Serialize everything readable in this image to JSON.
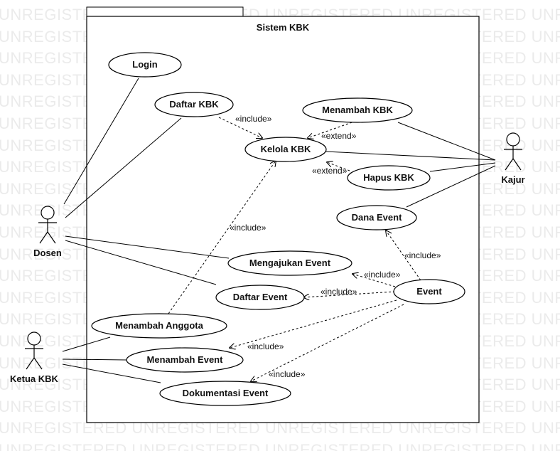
{
  "watermark": {
    "text": "UNREGISTERED"
  },
  "system": {
    "title": "Sistem KBK"
  },
  "actors": {
    "dosen": "Dosen",
    "ketua": "Ketua KBK",
    "kajur": "Kajur"
  },
  "use_cases": {
    "login": "Login",
    "daftar_kbk": "Daftar KBK",
    "menambah_kbk": "Menambah KBK",
    "kelola_kbk": "Kelola KBK",
    "hapus_kbk": "Hapus KBK",
    "dana_event": "Dana Event",
    "mengajukan_event": "Mengajukan Event",
    "daftar_event": "Daftar Event",
    "event": "Event",
    "menambah_anggota": "Menambah Anggota",
    "menambah_event": "Menambah Event",
    "dokumentasi_event": "Dokumentasi Event"
  },
  "stereotypes": {
    "include": "«include»",
    "extend": "«extend»"
  }
}
